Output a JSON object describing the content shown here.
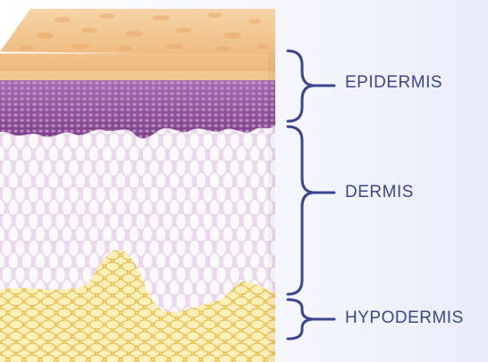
{
  "labels": {
    "epidermis": "EPIDERMIS",
    "dermis": "DERMIS",
    "hypodermis": "HYPODERMIS"
  },
  "colors": {
    "label_text": "#3b4690",
    "bracket": "#3b4690",
    "skin_surface": "#f4c99a",
    "epidermis": "#9b5fa8",
    "dermis": "#ead8ec",
    "hypodermis": "#f7dc7a"
  }
}
